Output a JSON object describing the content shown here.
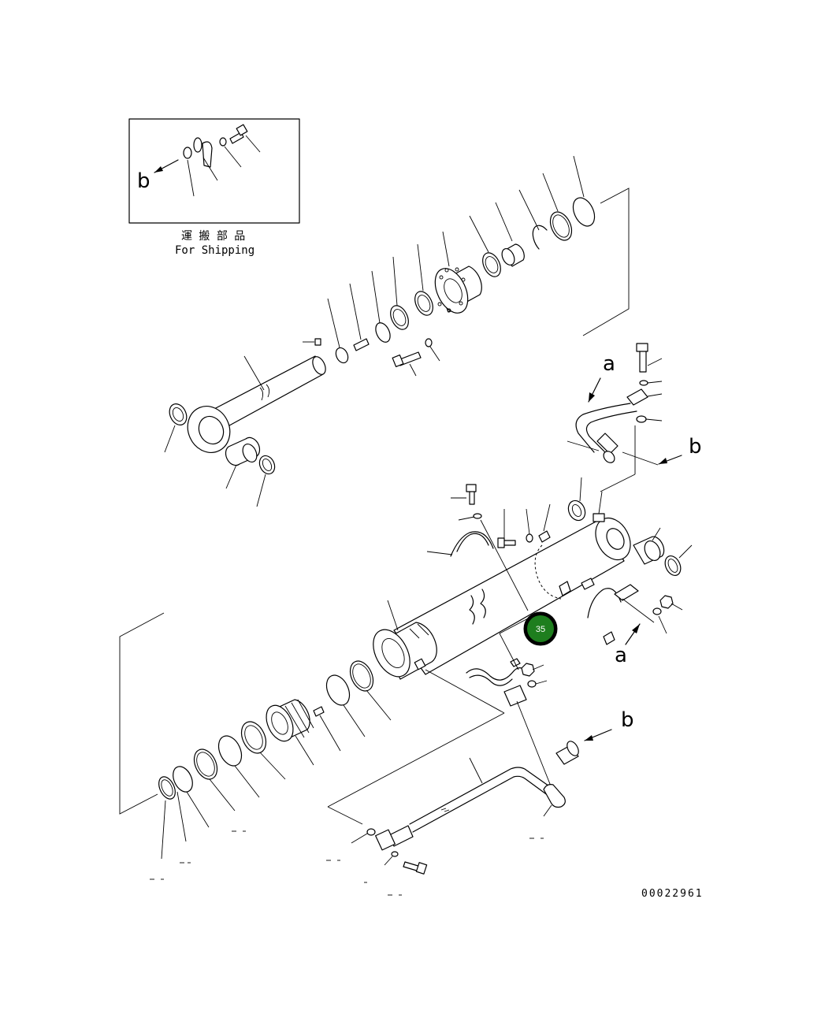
{
  "inset": {
    "caption_jp": "運 搬 部 品",
    "caption_en": "For Shipping",
    "view_letter": "b"
  },
  "view_letters": {
    "a_top": "a",
    "b_right": "b",
    "a_lower": "a",
    "b_lower": "b"
  },
  "callout": {
    "number": "35",
    "color": "#1e7e1e",
    "ring_color": "#000000"
  },
  "drawing_number": "00022961"
}
